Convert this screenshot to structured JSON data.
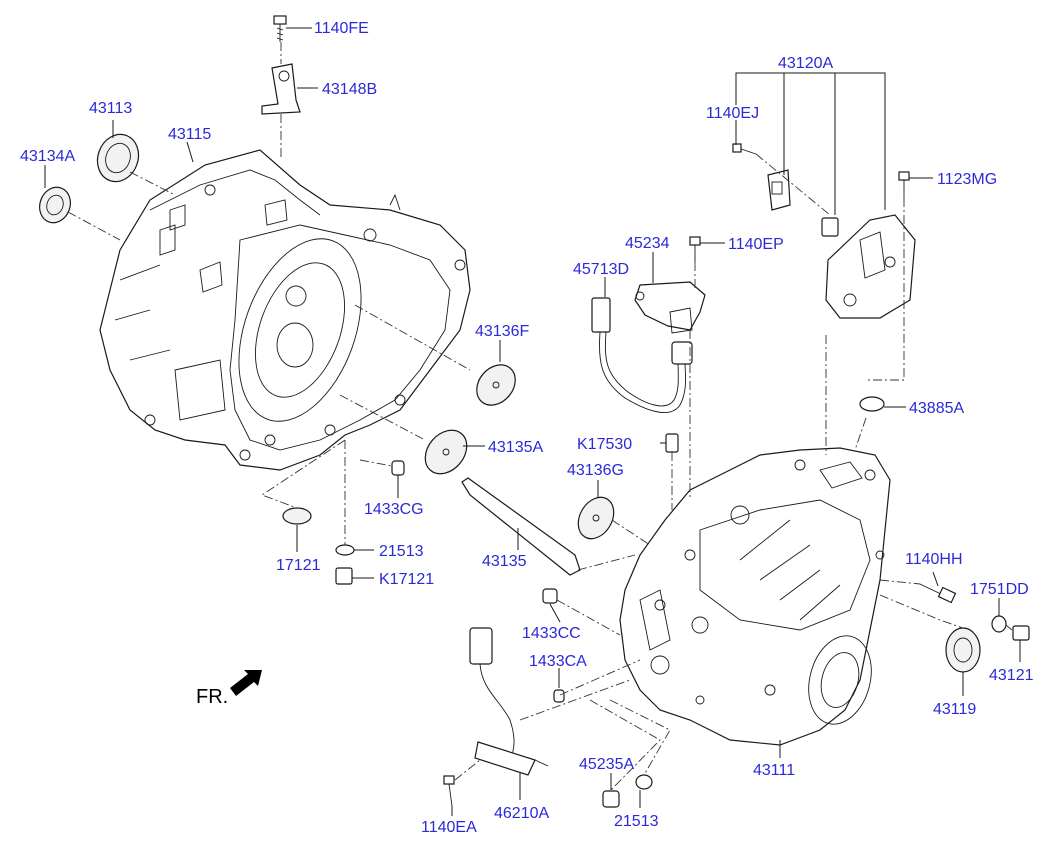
{
  "diagram": {
    "orientation_label": "FR.",
    "callouts": [
      {
        "id": "1140FE",
        "text": "1140FE"
      },
      {
        "id": "43148B",
        "text": "43148B"
      },
      {
        "id": "43113",
        "text": "43113"
      },
      {
        "id": "43115",
        "text": "43115"
      },
      {
        "id": "43134A",
        "text": "43134A"
      },
      {
        "id": "43120A",
        "text": "43120A"
      },
      {
        "id": "1140EJ",
        "text": "1140EJ"
      },
      {
        "id": "1123MG",
        "text": "1123MG"
      },
      {
        "id": "45234",
        "text": "45234"
      },
      {
        "id": "1140EP",
        "text": "1140EP"
      },
      {
        "id": "45713D",
        "text": "45713D"
      },
      {
        "id": "43136F",
        "text": "43136F"
      },
      {
        "id": "43885A",
        "text": "43885A"
      },
      {
        "id": "K17530",
        "text": "K17530"
      },
      {
        "id": "43135A",
        "text": "43135A"
      },
      {
        "id": "43136G",
        "text": "43136G"
      },
      {
        "id": "1433CG",
        "text": "1433CG"
      },
      {
        "id": "17121",
        "text": "17121"
      },
      {
        "id": "21513_upper",
        "text": "21513"
      },
      {
        "id": "K17121",
        "text": "K17121"
      },
      {
        "id": "43135",
        "text": "43135"
      },
      {
        "id": "1140HH",
        "text": "1140HH"
      },
      {
        "id": "1751DD",
        "text": "1751DD"
      },
      {
        "id": "1433CC",
        "text": "1433CC"
      },
      {
        "id": "1433CA",
        "text": "1433CA"
      },
      {
        "id": "43121",
        "text": "43121"
      },
      {
        "id": "43119",
        "text": "43119"
      },
      {
        "id": "43111",
        "text": "43111"
      },
      {
        "id": "45235A",
        "text": "45235A"
      },
      {
        "id": "1140EA",
        "text": "1140EA"
      },
      {
        "id": "46210A",
        "text": "46210A"
      },
      {
        "id": "21513_lower",
        "text": "21513"
      }
    ]
  }
}
